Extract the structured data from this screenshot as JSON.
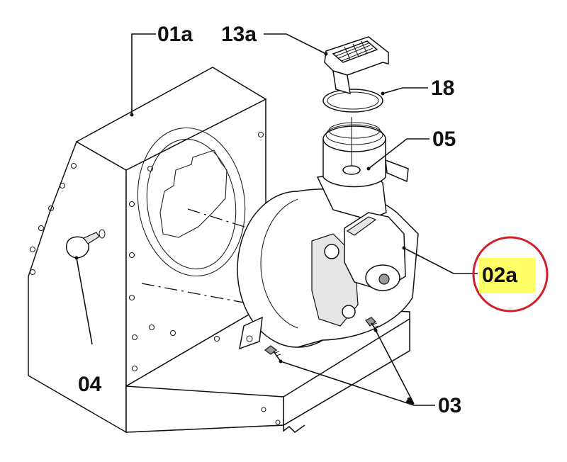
{
  "callouts": [
    {
      "id": "01a",
      "label": "01a"
    },
    {
      "id": "13a",
      "label": "13a"
    },
    {
      "id": "18",
      "label": "18"
    },
    {
      "id": "05",
      "label": "05"
    },
    {
      "id": "02a",
      "label": "02a",
      "highlighted": true
    },
    {
      "id": "04",
      "label": "04"
    },
    {
      "id": "03",
      "label": "03"
    }
  ],
  "colors": {
    "line": "#111111",
    "highlight_fill": "#ffff66",
    "highlight_ring": "#d0202a"
  }
}
